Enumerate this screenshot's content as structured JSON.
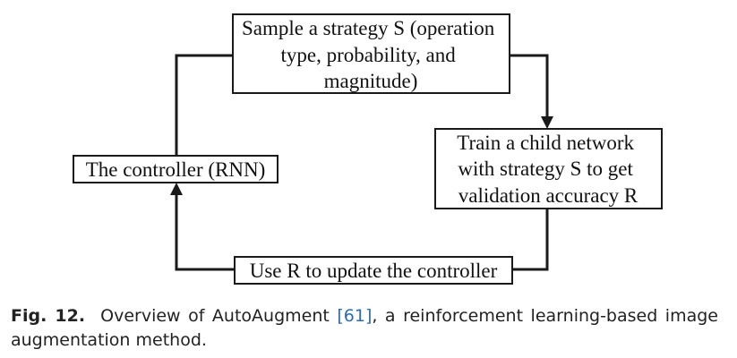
{
  "diagram": {
    "sample_box_lines": [
      "Sample a strategy S (operation",
      "type, probability, and",
      "magnitude)"
    ],
    "train_box_lines": [
      "Train a child network",
      "with strategy S to get",
      "validation accuracy R"
    ],
    "update_box_lines": [
      "Use R to update the controller"
    ],
    "controller_box_lines": [
      "The controller (RNN)"
    ]
  },
  "caption": {
    "label": "Fig. 12.",
    "text_before": "Overview of AutoAugment ",
    "ref": "[61]",
    "text_after": ", a reinforcement learning-based image augmentation method."
  }
}
